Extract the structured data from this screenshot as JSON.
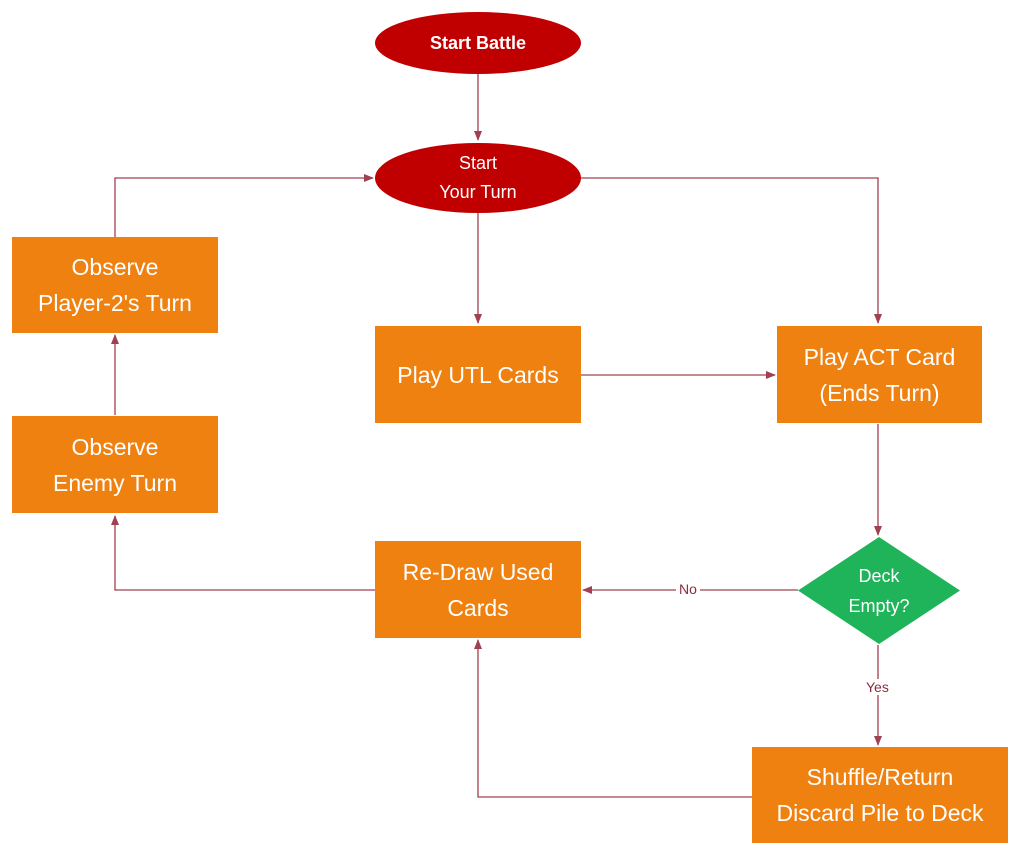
{
  "nodes": {
    "start_battle": "Start Battle",
    "start_turn": "Start\nYour Turn",
    "observe_player2": "Observe\nPlayer-2's Turn",
    "play_utl": "Play UTL Cards",
    "play_act": "Play ACT Card\n(Ends Turn)",
    "observe_enemy": "Observe\nEnemy Turn",
    "redraw": "Re-Draw Used\nCards",
    "deck_empty": "Deck\nEmpty?",
    "shuffle": "Shuffle/Return\nDiscard Pile to Deck"
  },
  "edge_labels": {
    "no": "No",
    "yes": "Yes"
  },
  "colors": {
    "process": "#ee8110",
    "terminal": "#c00000",
    "decision": "#1fb35a",
    "connector": "#a04050"
  }
}
